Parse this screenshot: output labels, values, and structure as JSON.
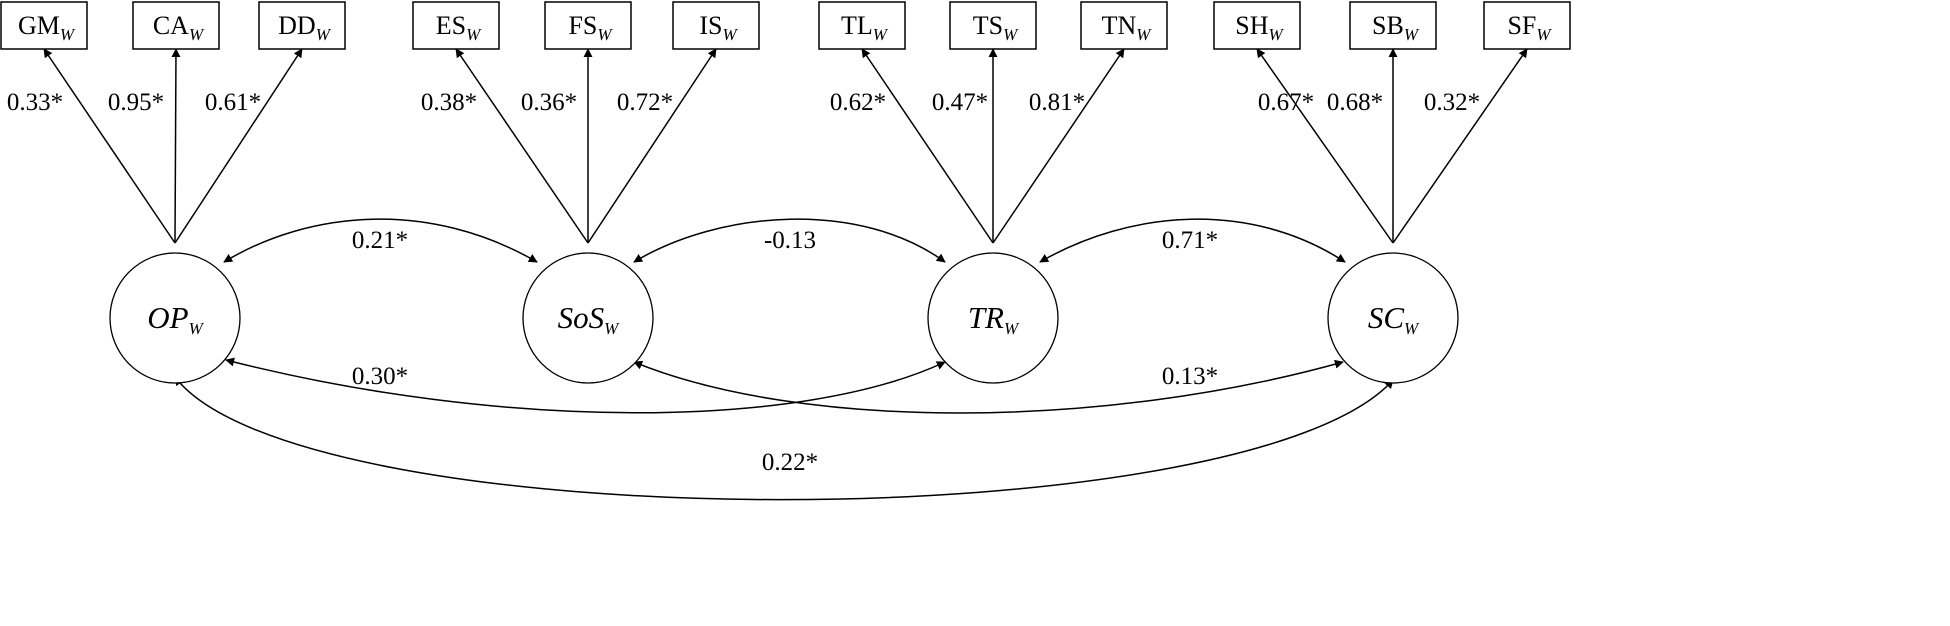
{
  "latents": [
    {
      "id": "OP",
      "main": "OP",
      "sub": "W"
    },
    {
      "id": "SOS",
      "main": "SoS",
      "sub": "W"
    },
    {
      "id": "TR",
      "main": "TR",
      "sub": "W"
    },
    {
      "id": "SC",
      "main": "SC",
      "sub": "W"
    }
  ],
  "indicators": [
    {
      "main": "GM",
      "sub": "W",
      "latent": "OP",
      "loading": "0.33*"
    },
    {
      "main": "CA",
      "sub": "W",
      "latent": "OP",
      "loading": "0.95*"
    },
    {
      "main": "DD",
      "sub": "W",
      "latent": "OP",
      "loading": "0.61*"
    },
    {
      "main": "ES",
      "sub": "W",
      "latent": "SOS",
      "loading": "0.38*"
    },
    {
      "main": "FS",
      "sub": "W",
      "latent": "SOS",
      "loading": "0.36*"
    },
    {
      "main": "IS",
      "sub": "W",
      "latent": "SOS",
      "loading": "0.72*"
    },
    {
      "main": "TL",
      "sub": "W",
      "latent": "TR",
      "loading": "0.62*"
    },
    {
      "main": "TS",
      "sub": "W",
      "latent": "TR",
      "loading": "0.47*"
    },
    {
      "main": "TN",
      "sub": "W",
      "latent": "TR",
      "loading": "0.81*"
    },
    {
      "main": "SH",
      "sub": "W",
      "latent": "SC",
      "loading": "0.67*"
    },
    {
      "main": "SB",
      "sub": "W",
      "latent": "SC",
      "loading": "0.68*"
    },
    {
      "main": "SF",
      "sub": "W",
      "latent": "SC",
      "loading": "0.32*"
    }
  ],
  "correlations": [
    {
      "from": "OP",
      "to": "SOS",
      "value": "0.21*"
    },
    {
      "from": "SOS",
      "to": "TR",
      "value": "-0.13"
    },
    {
      "from": "TR",
      "to": "SC",
      "value": "0.71*"
    },
    {
      "from": "OP",
      "to": "TR",
      "value": "0.30*"
    },
    {
      "from": "SOS",
      "to": "SC",
      "value": "0.13*"
    },
    {
      "from": "OP",
      "to": "SC",
      "value": "0.22*"
    }
  ]
}
